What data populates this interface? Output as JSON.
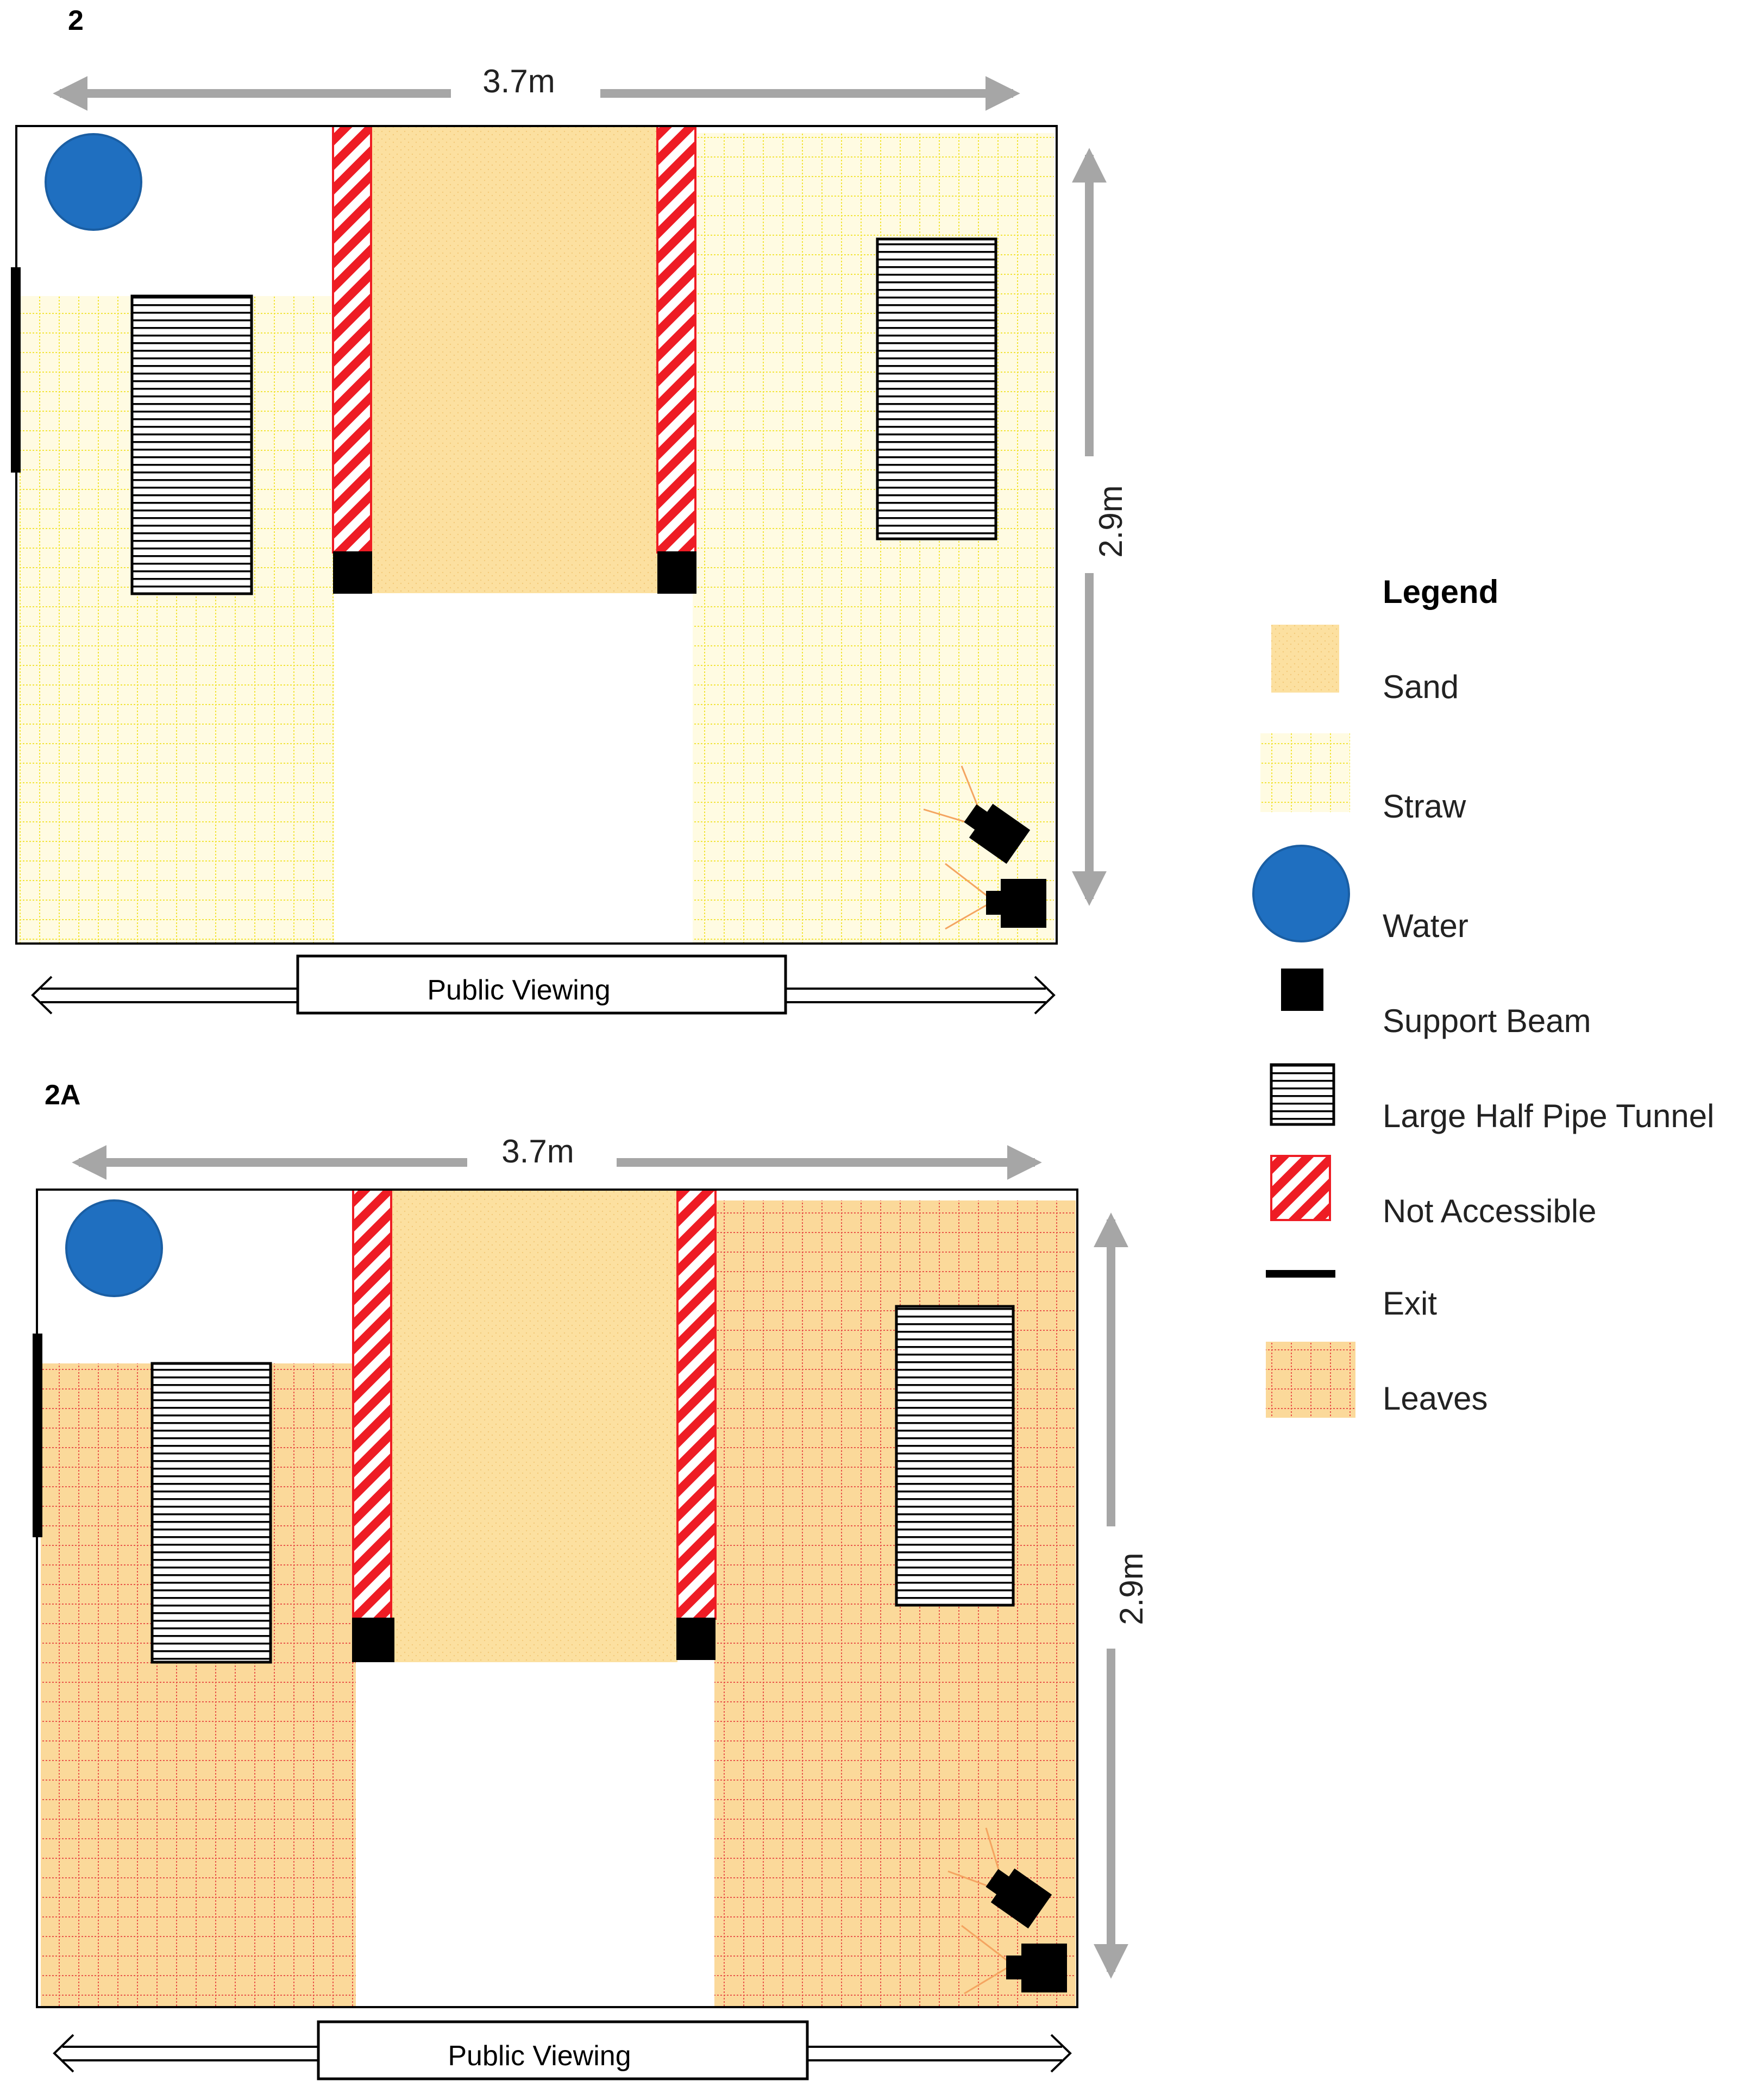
{
  "panels": [
    {
      "id": "2",
      "label": "2",
      "width_label": "3.7m",
      "height_label": "2.9m",
      "viewing_label": "Public Viewing",
      "side_floor": "Straw"
    },
    {
      "id": "2A",
      "label": "2A",
      "width_label": "3.7m",
      "height_label": "2.9m",
      "viewing_label": "Public Viewing",
      "side_floor": "Leaves"
    }
  ],
  "legend": {
    "title": "Legend",
    "items": [
      {
        "key": "sand",
        "label": "Sand"
      },
      {
        "key": "straw",
        "label": "Straw"
      },
      {
        "key": "water",
        "label": "Water"
      },
      {
        "key": "support-beam",
        "label": "Support Beam"
      },
      {
        "key": "half-pipe",
        "label": "Large Half Pipe Tunnel"
      },
      {
        "key": "not-accessible",
        "label": "Not Accessible"
      },
      {
        "key": "exit",
        "label": "Exit"
      },
      {
        "key": "leaves",
        "label": "Leaves"
      }
    ]
  },
  "colors": {
    "sand": "#fce0a0",
    "straw_bg": "#fffbe2",
    "straw_line": "#f2e43a",
    "leaves_bg": "#fbd99a",
    "leaves_line": "#e8544a",
    "water": "#1f6fc0",
    "not_accessible": "#ee1c24",
    "dimension_arrow": "#a6a6a6",
    "black": "#000000"
  }
}
